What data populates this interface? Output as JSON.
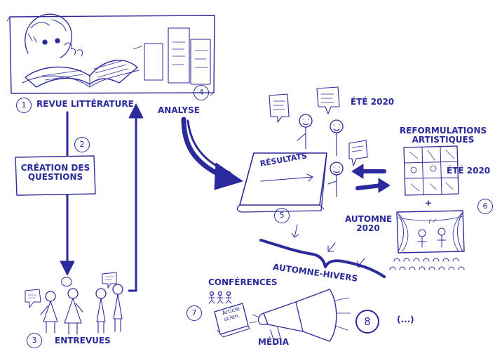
{
  "colors": {
    "ink": "#2b2a9c",
    "paper": "#ffffff"
  },
  "steps": [
    {
      "number": "1",
      "label": "REVUE LITTÉRATURE"
    },
    {
      "number": "2",
      "label_line1": "CRÉATION DES",
      "label_line2": "QUESTIONS"
    },
    {
      "number": "3",
      "label": "ENTREVUES"
    },
    {
      "number": "4",
      "label": "ANALYSE"
    },
    {
      "number": "5",
      "label": "RÉSULTATS"
    },
    {
      "number": "6",
      "label_line1": "REFORMULATIONS",
      "label_line2": "ARTISTIQUES"
    },
    {
      "number": "7",
      "label": "CONFÉRENCES"
    },
    {
      "number": "8",
      "label": "(...)"
    }
  ],
  "seasons": {
    "summer_results": "ÉTÉ 2020",
    "summer_art": "ÉTÉ 2020",
    "autumn_line1": "AUTOMNE",
    "autumn_line2": "2020",
    "autumn_winter": "AUTOMNE-HIVERS",
    "plus_sign": "+"
  },
  "outputs": {
    "media": "MÉDIA",
    "article_line1": "Article",
    "article_line2": "scien."
  },
  "icons": [
    "book-reader-icon",
    "document-stack-icon",
    "speech-bubble-icon",
    "person-figure-icon",
    "results-book-icon",
    "double-arrow-icon",
    "comic-grid-icon",
    "theatre-stage-icon",
    "megaphone-icon",
    "article-icon"
  ]
}
